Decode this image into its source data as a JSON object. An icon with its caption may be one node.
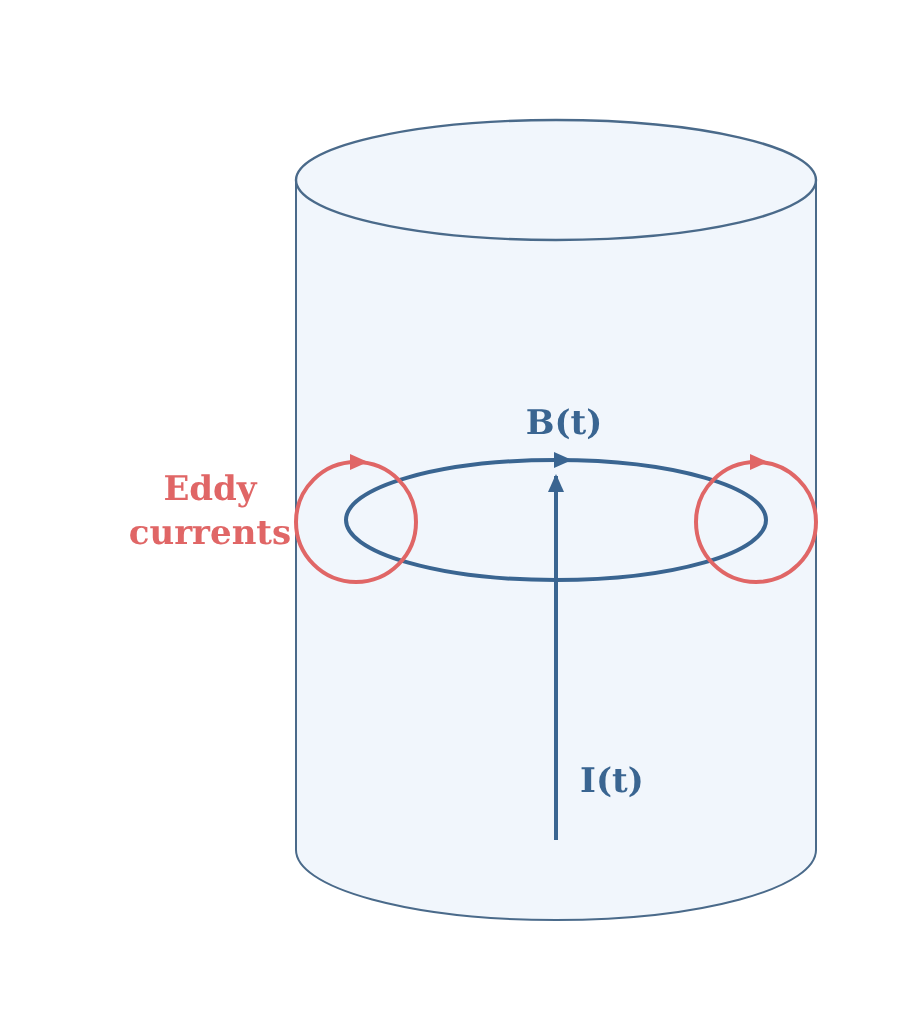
{
  "diagram": {
    "labels": [
      "B(t)",
      "Eddy currents",
      "I(t)"
    ]
  }
}
